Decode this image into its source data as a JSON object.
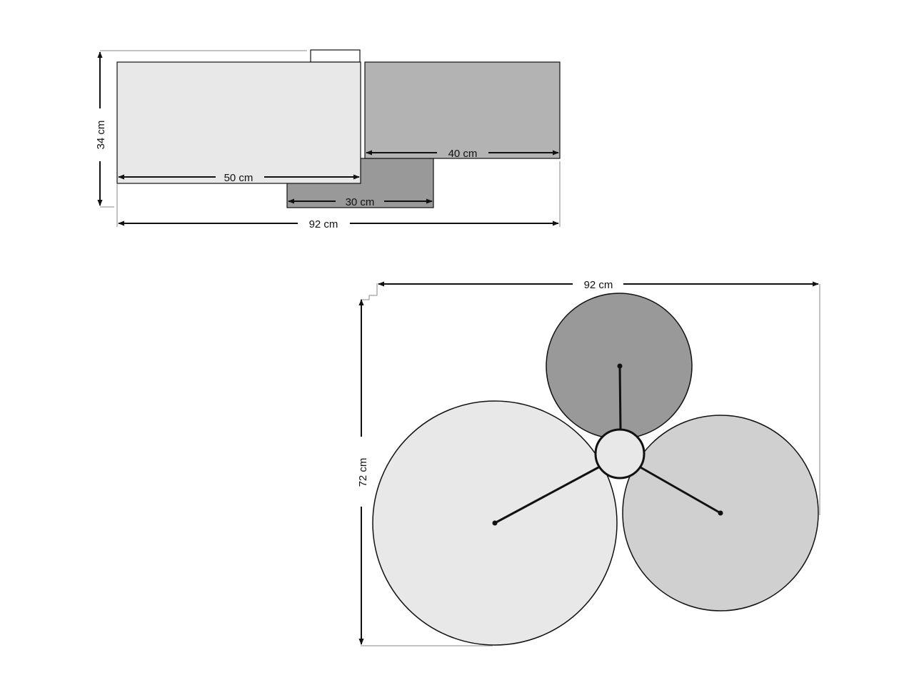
{
  "side_view": {
    "height_label": "34 cm",
    "width_label": "92 cm",
    "panel_large_label": "50 cm",
    "panel_medium_label": "40 cm",
    "panel_small_label": "30 cm"
  },
  "top_view": {
    "width_label": "92 cm",
    "height_label": "72 cm"
  },
  "colors": {
    "light": "#e8e8e8",
    "medium": "#b3b3b3",
    "dark": "#999999",
    "disc_light": "#e8e8e8",
    "disc_mid": "#d0d0d0",
    "disc_dark": "#999999",
    "outline": "#111111",
    "guide": "#888888"
  }
}
